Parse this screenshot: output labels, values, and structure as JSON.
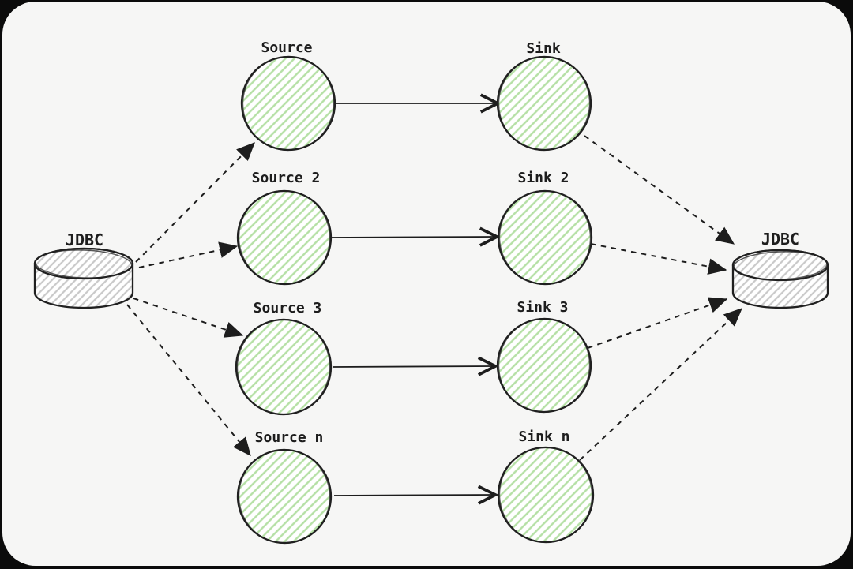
{
  "diagram": {
    "description": "JDBC source-sink pipeline fan-out/fan-in diagram",
    "databases": {
      "left_label": "JDBC",
      "right_label": "JDBC"
    },
    "pipelines": [
      {
        "source_label": "Source",
        "sink_label": "Sink"
      },
      {
        "source_label": "Source 2",
        "sink_label": "Sink 2"
      },
      {
        "source_label": "Source 3",
        "sink_label": "Sink 3"
      },
      {
        "source_label": "Source n",
        "sink_label": "Sink n"
      }
    ],
    "connections": {
      "left_db_to_sources": "dashed-arrow",
      "source_to_sink": "solid-arrow",
      "sinks_to_right_db": "dashed-arrow"
    },
    "colors": {
      "frame": "#0b0b0b",
      "canvas": "#f6f6f5",
      "stroke": "#1d1d1d",
      "node_hatch_green": "#b5e0a5",
      "db_hatch_gray": "#c9c9c9"
    }
  }
}
